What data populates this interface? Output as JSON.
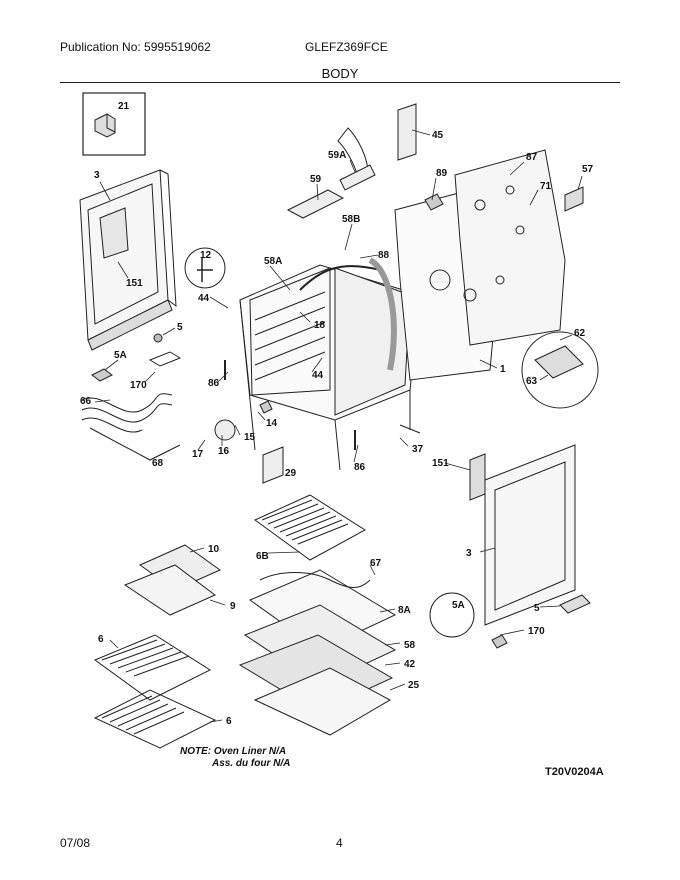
{
  "header": {
    "publication": "Publication No: 5995519062",
    "model": "GLEFZ369FCE",
    "section": "BODY"
  },
  "callouts": {
    "c21": "21",
    "c45": "45",
    "c59A": "59A",
    "c89": "89",
    "c87": "87",
    "c57": "57",
    "c3a": "3",
    "c59": "59",
    "c71": "71",
    "c58B": "58B",
    "c88": "88",
    "c58A": "58A",
    "c12": "12",
    "c151a": "151",
    "c44a": "44",
    "c5a": "5",
    "c18": "18",
    "c62": "62",
    "c5Aa": "5A",
    "c170a": "170",
    "c86a": "86",
    "c44b": "44",
    "c1": "1",
    "c63": "63",
    "c66": "66",
    "c14": "14",
    "c15": "15",
    "c16": "16",
    "c17": "17",
    "c68": "68",
    "c37": "37",
    "c86b": "86",
    "c29": "29",
    "c151b": "151",
    "c10": "10",
    "c6B": "6B",
    "c67": "67",
    "c3b": "3",
    "c9": "9",
    "c8A": "8A",
    "c5Ab": "5A",
    "c5b": "5",
    "c6a": "6",
    "c58": "58",
    "c170b": "170",
    "c42": "42",
    "c25": "25",
    "c6b": "6"
  },
  "note": {
    "line1": "NOTE: Oven Liner N/A",
    "line2": "Ass. du four N/A"
  },
  "drawing_code": "T20V0204A",
  "footer": {
    "date": "07/08",
    "page": "4"
  }
}
